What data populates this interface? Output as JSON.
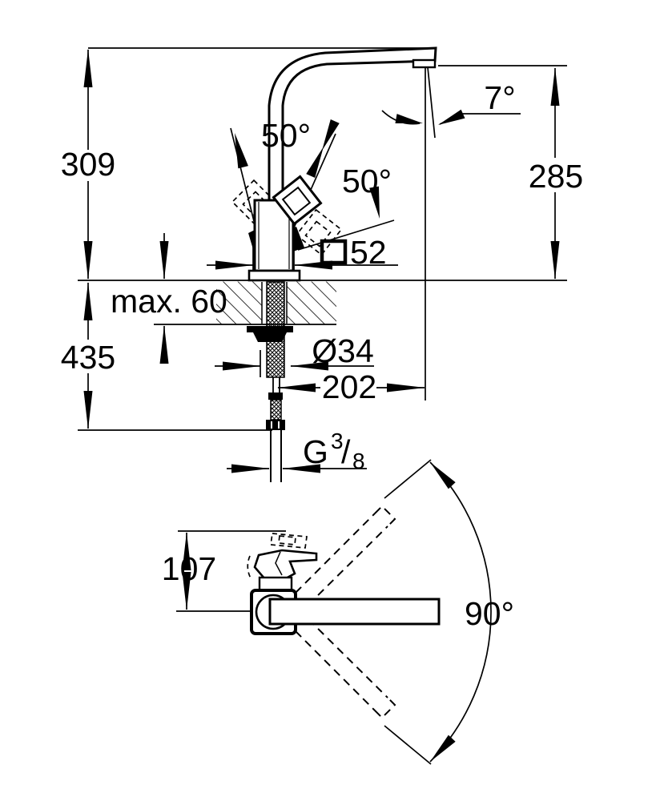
{
  "meta": {
    "drawing_type": "faucet-dimension-drawing",
    "colors": {
      "line": "#000000",
      "background": "#ffffff"
    }
  },
  "side_view": {
    "dim_height_above_deck": "309",
    "dim_outlet_height": "285",
    "dim_below_deck": "435",
    "dim_deck_thickness": "max. 60",
    "dim_handle_angle_front": "50°",
    "dim_handle_angle_back": "50°",
    "dim_spout_tilt": "7°",
    "dim_body_square": "52",
    "dim_shank_diameter": "Ø34",
    "dim_spout_reach": "202",
    "thread": {
      "letter": "G",
      "numerator": "3",
      "slash": "/",
      "denominator": "8"
    }
  },
  "top_view": {
    "dim_handle_depth": "107",
    "dim_swivel_angle": "90°"
  }
}
